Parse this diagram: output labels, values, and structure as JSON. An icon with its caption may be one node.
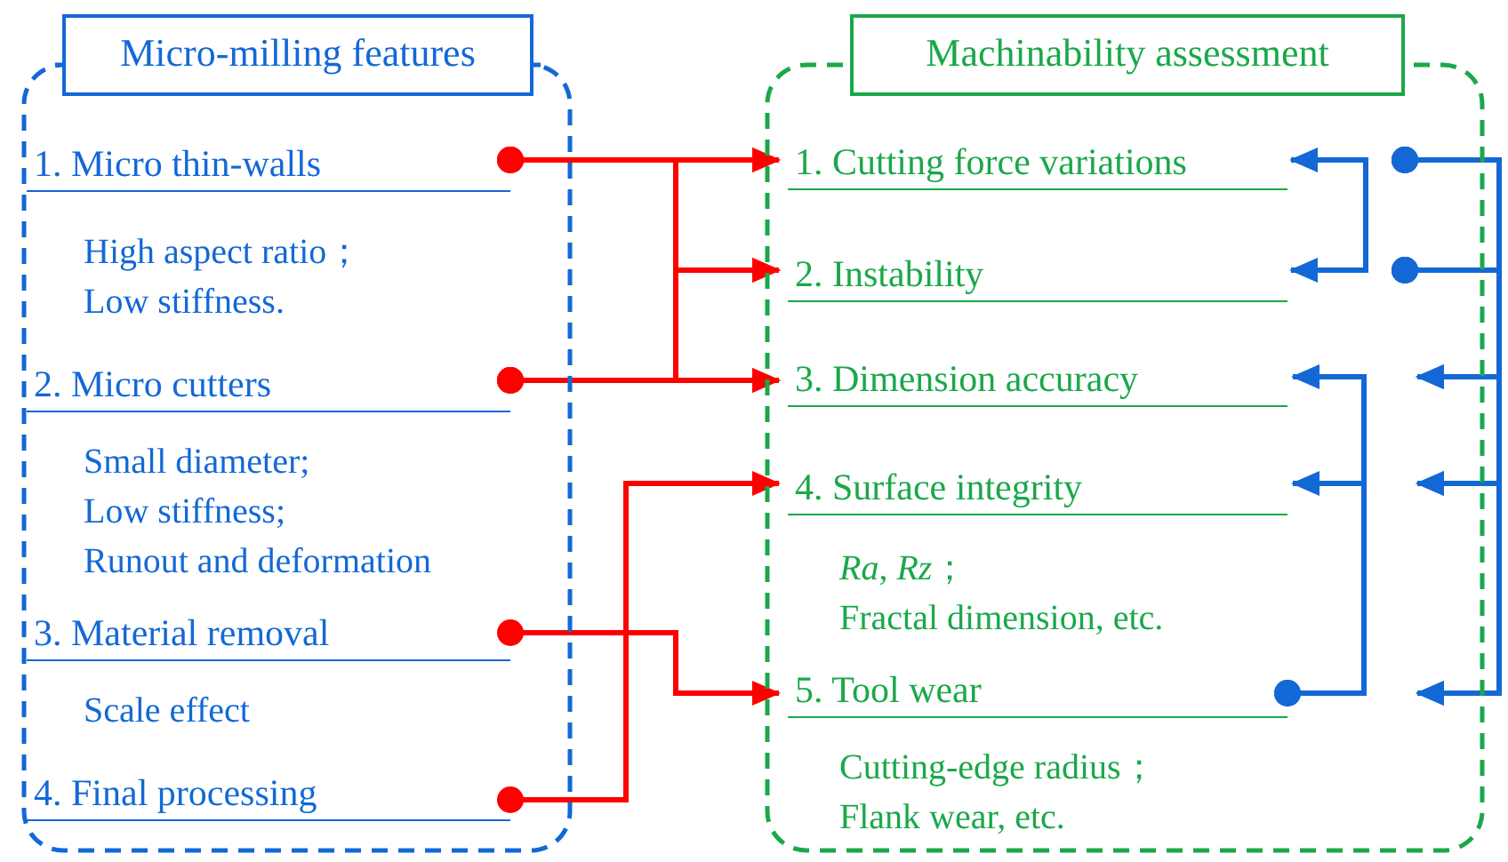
{
  "diagram": {
    "nodes": [
      {
        "text": [
          "Micro-milling features"
        ]
      },
      {
        "text": [
          "1. Micro thin-walls",
          "High aspect ratio；",
          "Low stiffness."
        ],
        "in": 0
      },
      {
        "text": [
          "2. Micro cutters",
          "Small diameter;",
          "Low stiffness;",
          "Runout and deformation"
        ],
        "in": 0
      },
      {
        "text": [
          "3. Material removal",
          "Scale effect"
        ],
        "in": 0
      },
      {
        "text": [
          "4. Final processing"
        ],
        "in": 0
      },
      {
        "text": [
          "Machinability assessment"
        ]
      },
      {
        "text": [
          "1. Cutting force variations"
        ],
        "in": 5
      },
      {
        "text": [
          "2. Instability"
        ],
        "in": 5
      },
      {
        "text": [
          "3. Dimension accuracy"
        ],
        "in": 5
      },
      {
        "text": [
          "4. Surface integrity",
          "*Ra*, *Rz*；",
          "Fractal dimension, etc."
        ],
        "in": 5
      },
      {
        "text": [
          "5. Tool wear",
          "Cutting-edge radius；",
          "Flank wear, etc."
        ],
        "in": 5
      }
    ],
    "edges": [
      {
        "from": 1,
        "to": 6,
        "arrow": "to",
        "color": "#ff0000"
      },
      {
        "from": 1,
        "to": 7,
        "arrow": "to",
        "color": "#ff0000"
      },
      {
        "from": 1,
        "to": 8,
        "arrow": "to",
        "color": "#ff0000"
      },
      {
        "from": 2,
        "to": 6,
        "arrow": "to",
        "color": "#ff0000"
      },
      {
        "from": 2,
        "to": 7,
        "arrow": "to",
        "color": "#ff0000"
      },
      {
        "from": 2,
        "to": 8,
        "arrow": "to",
        "color": "#ff0000"
      },
      {
        "from": 3,
        "to": 10,
        "arrow": "to",
        "color": "#ff0000"
      },
      {
        "from": 4,
        "to": 9,
        "arrow": "to",
        "color": "#ff0000"
      },
      {
        "from": 6,
        "to": 7,
        "arrow": "both",
        "color": "#1368d6"
      },
      {
        "from": 10,
        "to": 8,
        "arrow": "to",
        "color": "#1368d6"
      },
      {
        "from": 10,
        "to": 9,
        "arrow": "to",
        "color": "#1368d6"
      },
      {
        "from": 6,
        "to": 8,
        "arrow": "to",
        "color": "#1368d6"
      },
      {
        "from": 6,
        "to": 9,
        "arrow": "to",
        "color": "#1368d6"
      },
      {
        "from": 6,
        "to": 10,
        "arrow": "to",
        "color": "#1368d6"
      },
      {
        "from": 7,
        "to": 8,
        "arrow": "to",
        "color": "#1368d6"
      },
      {
        "from": 7,
        "to": 9,
        "arrow": "to",
        "color": "#1368d6"
      },
      {
        "from": 7,
        "to": 10,
        "arrow": "to",
        "color": "#1368d6"
      }
    ]
  }
}
